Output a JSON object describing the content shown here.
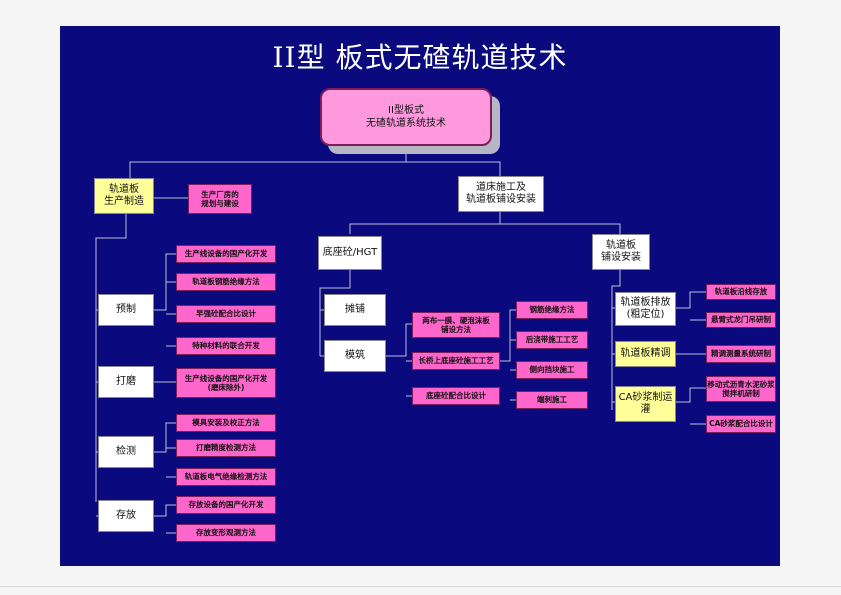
{
  "title": "II型 板式无碴轨道技术",
  "root": {
    "line1": "II型板式",
    "line2": "无碴轨道系统技术"
  },
  "branches": {
    "production": "轨道板\n生产制造",
    "factory": "生产厂房的\n规划与建设",
    "track_bed": "道床施工及\n轨道板铺设安装",
    "base": "底座砼/HGT",
    "laying": "轨道板\n铺设安装"
  },
  "production_steps": {
    "prefab": "预制",
    "grinding": "打磨",
    "inspection": "检测",
    "storage": "存放"
  },
  "production_items": {
    "prefab_1": "生产线设备的国产化开发",
    "prefab_2": "轨道板钢筋绝缘方法",
    "prefab_3": "早强砼配合比设计",
    "prefab_4": "特种材料的联合开发",
    "grinding_1": "生产线设备的国产化开发\n(磨床除外)",
    "inspection_1": "模具安装及校正方法",
    "inspection_2": "打磨精度检测方法",
    "inspection_3": "轨道板电气绝缘检测方法",
    "storage_1": "存放设备的国产化开发",
    "storage_2": "存放变形观测方法"
  },
  "base_items": {
    "paving": "摊铺",
    "formwork": "模筑",
    "sub_1": "两布一膜、硬泡沫板\n铺设方法",
    "sub_2": "长桥上底座砼施工工艺",
    "sub_3": "底座砼配合比设计",
    "right_1": "钢筋绝缘方法",
    "right_2": "后浇带施工工艺",
    "right_3": "侧向挡块施工",
    "right_4": "端刺施工"
  },
  "laying_items": {
    "placement": "轨道板排放\n(粗定位)",
    "fine": "轨道板精调",
    "ca": "CA砂浆制运灌",
    "placement_1": "轨道板沿线存放",
    "placement_2": "悬臂式龙门吊研制",
    "fine_1": "精调测量系统研制",
    "ca_1": "移动式沥青水泥砂浆\n搅拌机研制",
    "ca_2": "CA砂浆配合比设计"
  }
}
